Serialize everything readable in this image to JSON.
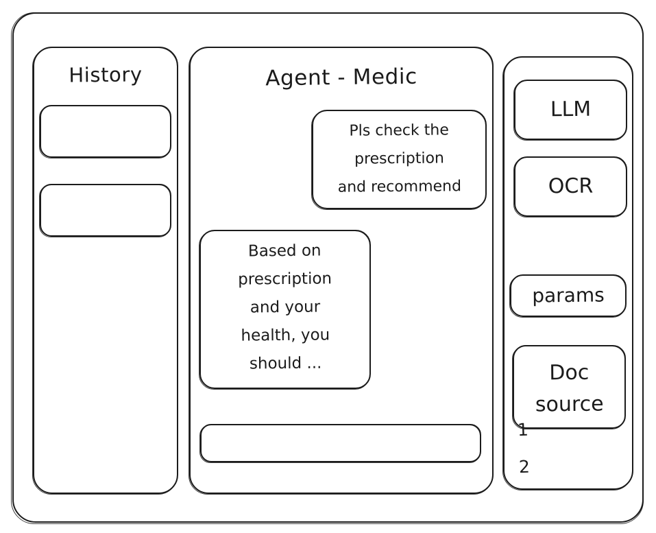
{
  "app": {
    "style": "hand-drawn-wireframe",
    "stroke_color": "#1b1b1b",
    "background_color": "#ffffff"
  },
  "sidebar": {
    "title": "History",
    "items": [
      {
        "label": ""
      },
      {
        "label": ""
      }
    ]
  },
  "main": {
    "title": "Agent - Medic",
    "messages": [
      {
        "role": "user",
        "align": "right",
        "text": "Pls check the\nprescription\nand recommend"
      },
      {
        "role": "agent",
        "align": "left",
        "text": "Based on\nprescription\nand your\nhealth, you\nshould ..."
      }
    ],
    "composer": {
      "value": "",
      "placeholder": ""
    }
  },
  "tools": {
    "buttons": [
      {
        "label": "LLM"
      },
      {
        "label": "OCR"
      },
      {
        "label": "params"
      },
      {
        "label": "Doc\nsource"
      }
    ],
    "doc_source_items": [
      {
        "label": "1"
      },
      {
        "label": "2"
      }
    ]
  }
}
